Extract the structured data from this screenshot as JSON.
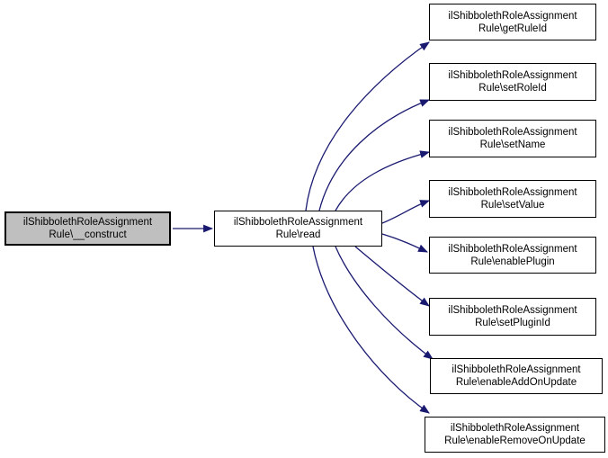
{
  "diagram": {
    "kind": "call-graph",
    "edge_color": "#191970",
    "node_border_color": "#000000",
    "node_fill": "#ffffff",
    "highlighted_node_fill": "#bfbfbf",
    "text_color": "#000000"
  },
  "nodes": {
    "construct": {
      "line1": "ilShibbolethRoleAssignment",
      "line2": "Rule\\__construct",
      "highlighted": true
    },
    "read": {
      "line1": "ilShibbolethRoleAssignment",
      "line2": "Rule\\read",
      "highlighted": false
    },
    "getRuleId": {
      "line1": "ilShibbolethRoleAssignment",
      "line2": "Rule\\getRuleId",
      "highlighted": false
    },
    "setRoleId": {
      "line1": "ilShibbolethRoleAssignment",
      "line2": "Rule\\setRoleId",
      "highlighted": false
    },
    "setName": {
      "line1": "ilShibbolethRoleAssignment",
      "line2": "Rule\\setName",
      "highlighted": false
    },
    "setValue": {
      "line1": "ilShibbolethRoleAssignment",
      "line2": "Rule\\setValue",
      "highlighted": false
    },
    "enablePlugin": {
      "line1": "ilShibbolethRoleAssignment",
      "line2": "Rule\\enablePlugin",
      "highlighted": false
    },
    "setPluginId": {
      "line1": "ilShibbolethRoleAssignment",
      "line2": "Rule\\setPluginId",
      "highlighted": false
    },
    "enableAddOnUpdate": {
      "line1": "ilShibbolethRoleAssignment",
      "line2": "Rule\\enableAddOnUpdate",
      "highlighted": false
    },
    "enableRemoveOnUpdate": {
      "line1": "ilShibbolethRoleAssignment",
      "line2": "Rule\\enableRemoveOnUpdate",
      "highlighted": false
    }
  },
  "edges": [
    {
      "from": "construct",
      "to": "read"
    },
    {
      "from": "read",
      "to": "getRuleId"
    },
    {
      "from": "read",
      "to": "setRoleId"
    },
    {
      "from": "read",
      "to": "setName"
    },
    {
      "from": "read",
      "to": "setValue"
    },
    {
      "from": "read",
      "to": "enablePlugin"
    },
    {
      "from": "read",
      "to": "setPluginId"
    },
    {
      "from": "read",
      "to": "enableAddOnUpdate"
    },
    {
      "from": "read",
      "to": "enableRemoveOnUpdate"
    }
  ]
}
